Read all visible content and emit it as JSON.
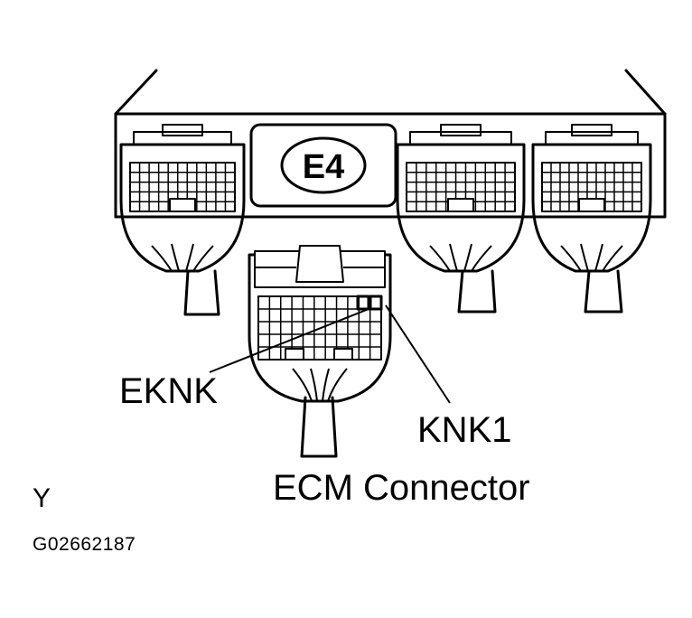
{
  "ecm_unit_label": "E4",
  "labels": {
    "eknk": "EKNK",
    "knk1": "KNK1",
    "caption": "ECM Connector",
    "corner_letter": "Y",
    "figure_code": "G02662187"
  },
  "colors": {
    "ink": "#000000",
    "paper": "#ffffff"
  }
}
